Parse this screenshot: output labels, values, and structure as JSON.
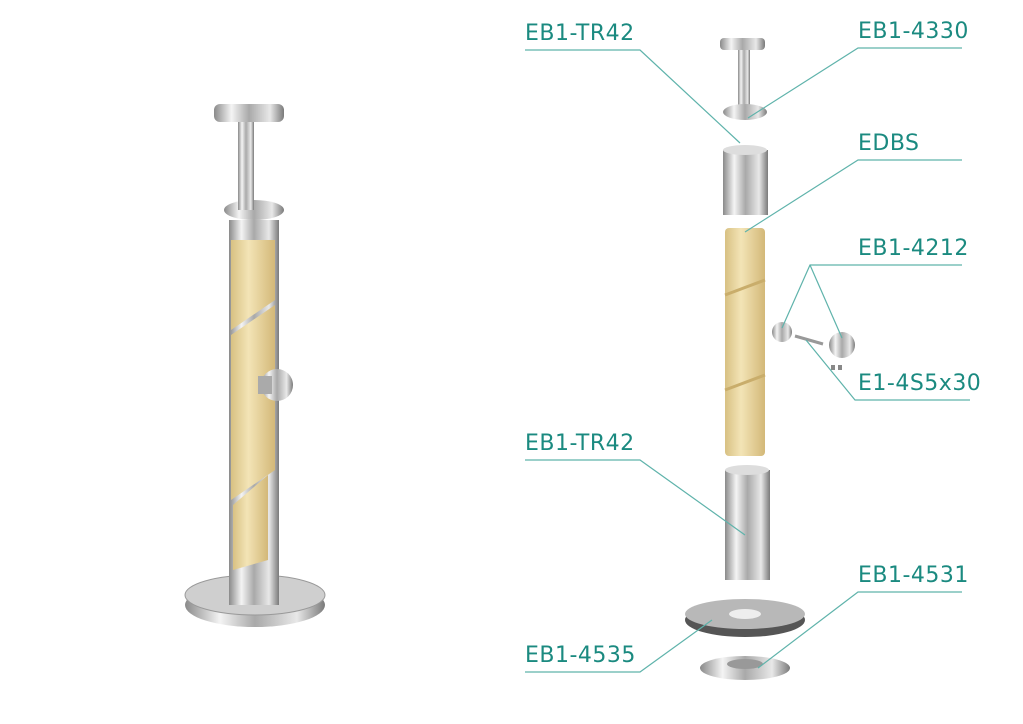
{
  "colors": {
    "label": "#1b8a80",
    "leader": "#5fb3ab",
    "wood": "#ecd9a4",
    "steel": "#c8c8c8"
  },
  "labels": {
    "tube_top": "EB1-TR42",
    "holder": "EB1-4330",
    "wood_post": "EDBS",
    "clamp": "EB1-4212",
    "screw": "E1-4S5x30",
    "tube_bottom": "EB1-TR42",
    "base_cover": "EB1-4531",
    "base_plate": "EB1-4535"
  }
}
